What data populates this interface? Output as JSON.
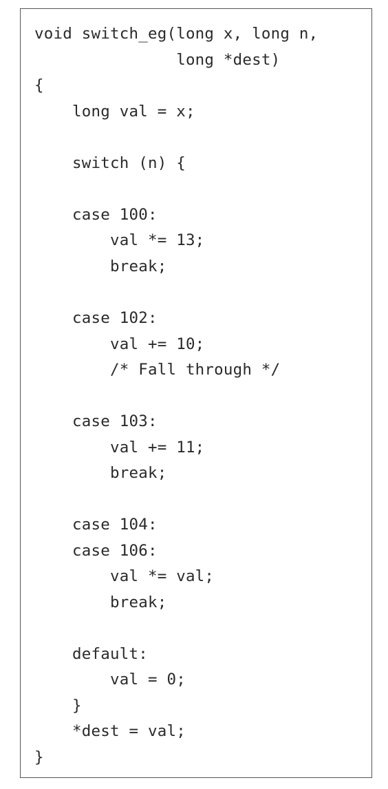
{
  "code": {
    "lines": [
      "void switch_eg(long x, long n,",
      "               long *dest)",
      "{",
      "    long val = x;",
      "",
      "    switch (n) {",
      "",
      "    case 100:",
      "        val *= 13;",
      "        break;",
      "",
      "    case 102:",
      "        val += 10;",
      "        /* Fall through */",
      "",
      "    case 103:",
      "        val += 11;",
      "        break;",
      "",
      "    case 104:",
      "    case 106:",
      "        val *= val;",
      "        break;",
      "",
      "    default:",
      "        val = 0;",
      "    }",
      "    *dest = val;",
      "}"
    ]
  }
}
